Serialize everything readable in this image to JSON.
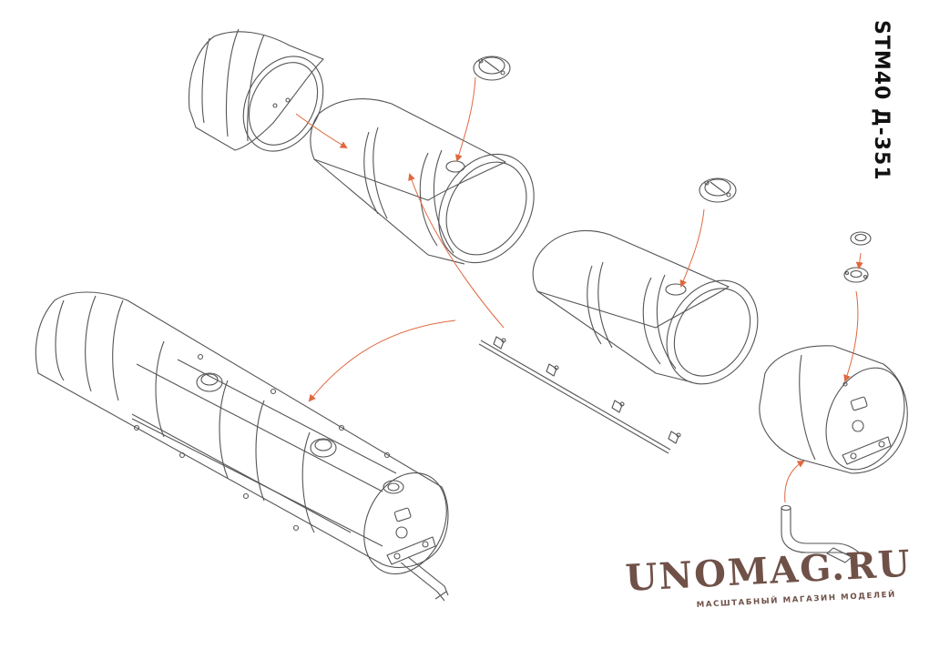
{
  "model_code": "STM40 Д-351",
  "watermark": {
    "name": "UNOMAG.RU",
    "tagline": "МАСШТАБНЫЙ МАГАЗИН МОДЕЛЕЙ"
  },
  "colors": {
    "line": "#555555",
    "arrow": "#e0683f",
    "watermark": "#6f5148",
    "label": "#111111"
  },
  "parts": [
    "end-cap",
    "tank-section-front",
    "filler-cap",
    "rod-with-clamps",
    "tank-section-middle",
    "filler-cap",
    "filler-neck-ring",
    "filler-flange",
    "tank-rear-section",
    "outlet-pipe",
    "assembled-tank"
  ]
}
